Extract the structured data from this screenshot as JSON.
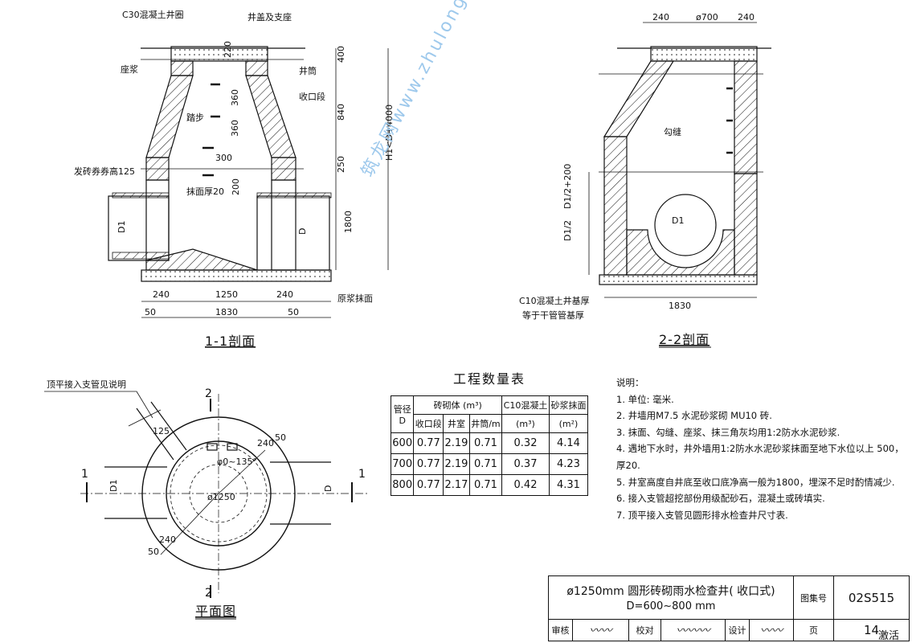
{
  "section_1_1": {
    "title": "1-1剖面",
    "labels": {
      "ring": "C30混凝土井圈",
      "cover": "井盖及支座",
      "seat_mortar": "座浆",
      "shaft": "井筒",
      "step": "踏步",
      "taper": "收口段",
      "arch_brick": "发砖券券高",
      "arch_height": "125",
      "plaster": "抹面厚20",
      "grout": "原浆抹面"
    },
    "dims": {
      "d220": "220",
      "d400": "400",
      "d840": "840",
      "d360a": "360",
      "d360b": "360",
      "d300": "300",
      "d250": "250",
      "d200": "200",
      "d1800": "1800",
      "h_total": "H1<D+4000",
      "bottom_240a": "240",
      "bottom_1250": "1250",
      "bottom_240b": "240",
      "bottom_50a": "50",
      "bottom_1830": "1830",
      "bottom_50b": "50",
      "pipe_d1": "D1",
      "pipe_d": "D"
    }
  },
  "section_2_2": {
    "title": "2-2剖面",
    "labels": {
      "joint": "勾缝",
      "base": "C10混凝土井基厚",
      "base2": "等于干管管基厚"
    },
    "dims": {
      "top_240a": "240",
      "top_700": "ø700",
      "top_240b": "240",
      "d1_half_200": "D1/2+200",
      "d1_half": "D1/2",
      "d1": "D1",
      "bottom_1830": "1830"
    }
  },
  "plan": {
    "title": "平面图",
    "note": "顶平接入支管见说明",
    "dims": {
      "d125": "125",
      "d240a": "240",
      "d50a": "50",
      "d1250": "ø1250",
      "d240b": "240",
      "d50b": "50",
      "d_ang": "φ0~135°",
      "d1": "D1",
      "d": "D"
    },
    "section_marks": {
      "a_top": "2",
      "a_bottom": "2",
      "b_left": "1",
      "b_right": "1"
    }
  },
  "quantity_table": {
    "title": "工程数量表",
    "header": {
      "pipe": "管径",
      "pipe_d": "D",
      "brick": "砖砌体 (m³)",
      "brick_taper": "收口段",
      "brick_chamber": "井室",
      "brick_shaft": "井筒/m",
      "concrete": "C10混凝土",
      "concrete_unit": "(m³)",
      "plaster": "砂浆抹面",
      "plaster_unit": "(m²)"
    },
    "rows": [
      {
        "d": "600",
        "taper": "0.77",
        "chamber": "2.19",
        "shaft": "0.71",
        "concrete": "0.32",
        "plaster": "4.14"
      },
      {
        "d": "700",
        "taper": "0.77",
        "chamber": "2.19",
        "shaft": "0.71",
        "concrete": "0.37",
        "plaster": "4.23"
      },
      {
        "d": "800",
        "taper": "0.77",
        "chamber": "2.17",
        "shaft": "0.71",
        "concrete": "0.42",
        "plaster": "4.31"
      }
    ]
  },
  "notes": {
    "heading": "说明：",
    "items": [
      "1. 单位: 毫米.",
      "2. 井墙用M7.5 水泥砂浆砌 MU10 砖.",
      "3. 抹面、勾缝、座浆、抹三角灰均用1:2防水水泥砂浆.",
      "4. 遇地下水时，井外墙用1:2防水水泥砂浆抹面至地下水位以上 500，厚20.",
      "5. 井室高度自井底至收口底净高一般为1800，埋深不足时酌情减少.",
      "6. 接入支管超挖部份用级配砂石，混凝土或砖填实.",
      "7. 顶平接入支管见圆形排水检查井尺寸表."
    ]
  },
  "title_block": {
    "title": "ø1250mm 圆形砖砌雨水检查井( 收口式)",
    "subtitle": "D=600~800 mm",
    "atlas_label": "图集号",
    "atlas_no": "02S515",
    "review_label": "审核",
    "check_label": "校对",
    "design_label": "设计",
    "page_label": "页",
    "page_no": "14"
  },
  "watermark": "筑龙网www.zhulong.com",
  "corner_text": "激活"
}
